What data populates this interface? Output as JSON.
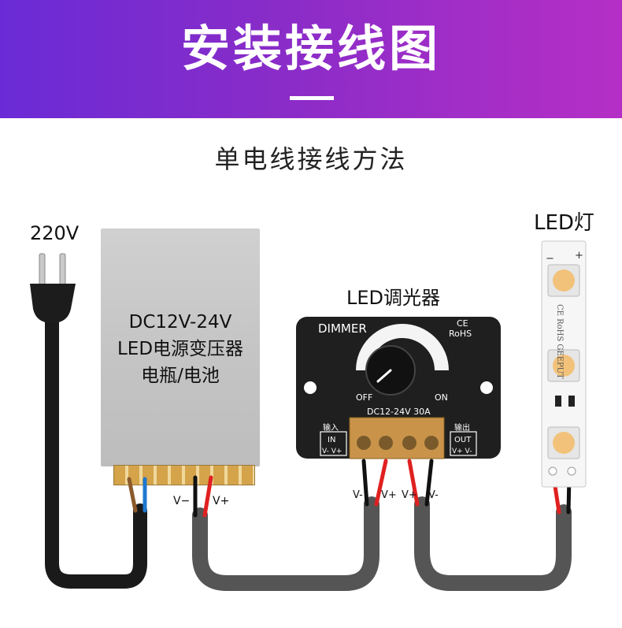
{
  "header": {
    "title": "安装接线图"
  },
  "subtitle": "单电线接线方法",
  "mains": {
    "label": "220V"
  },
  "power_supply": {
    "line1": "DC12V-24V",
    "line2": "LED电源变压器",
    "line3": "电瓶/电池"
  },
  "psu_terminals": {
    "neg": "V−",
    "pos": "V+"
  },
  "dimmer": {
    "label": "LED调光器",
    "brand": "DIMMER",
    "cert": "CE",
    "rohs": "RoHS",
    "off": "OFF",
    "on": "ON",
    "spec": "DC12-24V  30A",
    "in_cn": "输入",
    "in_en": "IN",
    "out_cn": "输出",
    "out_en": "OUT",
    "in_pins": "V- V+",
    "out_pins": "V+ V-",
    "wire_labels": {
      "in_neg": "V-",
      "in_pos": "V+",
      "out_pos": "V+",
      "out_neg": "V-"
    }
  },
  "led_strip": {
    "label": "LED灯",
    "print": "CE RoHS GEEPUT",
    "minus": "−",
    "plus": "+"
  },
  "colors": {
    "banner_start": "#6a2bd6",
    "banner_end": "#b52fc6",
    "cable": "#555555",
    "red_wire": "#e02020",
    "led": "#f2c27a"
  }
}
